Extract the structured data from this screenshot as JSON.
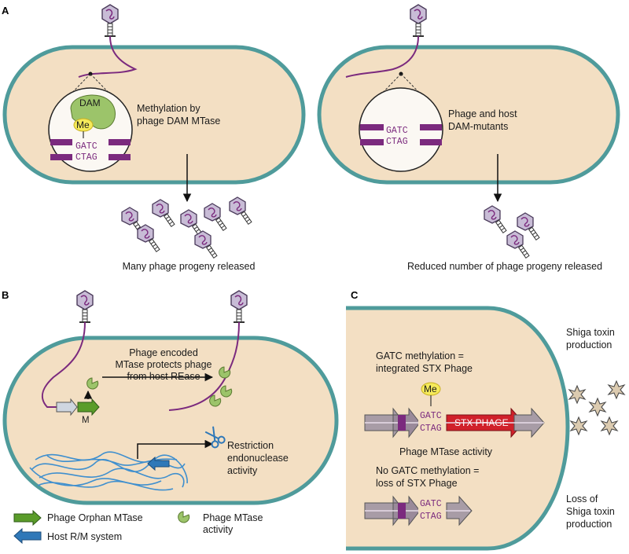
{
  "panel_a": {
    "label": "A",
    "left_text_1": "Methylation by",
    "left_text_2": "phage DAM MTase",
    "dam_label": "DAM",
    "me_label": "Me",
    "gatc": "GATC",
    "ctag": "CTAG",
    "left_caption": "Many phage progeny released",
    "right_text_1": "Phage and host",
    "right_text_2": "DAM-mutants",
    "right_caption": "Reduced number of phage progeny released"
  },
  "panel_b": {
    "label": "B",
    "text_1": "Phage encoded",
    "text_2": "MTase protects phage",
    "text_3": "from host REase",
    "m_label": "M",
    "restriction_1": "Restriction",
    "restriction_2": "endonuclease",
    "restriction_3": "activity",
    "legend_orphan": "Phage Orphan MTase",
    "legend_host": "Host R/M system",
    "legend_mtase_1": "Phage MTase",
    "legend_mtase_2": "activity"
  },
  "panel_c": {
    "label": "C",
    "top_text_1": "GATC methylation =",
    "top_text_2": "integrated STX Phage",
    "me_label": "Me",
    "gatc": "GATC",
    "ctag": "CTAG",
    "stx_label": "STX PHAGE",
    "activity": "Phage MTase activity",
    "bottom_text_1": "No GATC methylation =",
    "bottom_text_2": "loss of STX Phage",
    "gatc2": "GATC",
    "ctag2": "CTAG",
    "shiga_1": "Shiga toxin",
    "shiga_2": "production",
    "loss_1": "Loss of",
    "loss_2": "Shiga toxin",
    "loss_3": "production"
  },
  "colors": {
    "cell_fill": "#f3dfc3",
    "cell_border": "#4f9b9b",
    "purple": "#7b2a7e",
    "dam_green": "#9cc46a",
    "me_yellow": "#f5ea5a",
    "stx_red": "#d0202a",
    "blue_dna": "#3f8fce",
    "orphan_green": "#5a9c2a",
    "grey_arrow": "#a89ca6"
  }
}
